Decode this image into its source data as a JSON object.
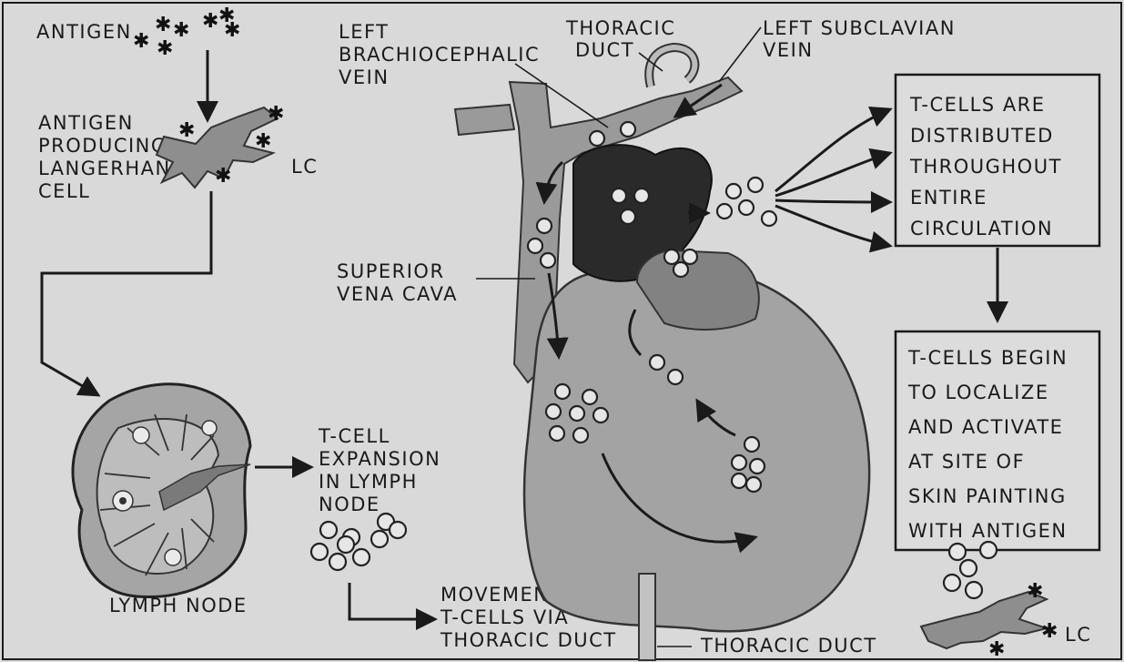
{
  "labels": {
    "antigen": "ANTIGEN",
    "antigen_producing_1": "ANTIGEN",
    "antigen_producing_2": "PRODUCING",
    "antigen_producing_3": "LANGERHAN",
    "antigen_producing_4": "CELL",
    "lc_top": "LC",
    "lymph_node": "LYMPH NODE",
    "tcell_exp_1": "T-CELL",
    "tcell_exp_2": "EXPANSION",
    "tcell_exp_3": "IN LYMPH",
    "tcell_exp_4": "NODE",
    "movement_1": "MOVEMENT OF",
    "movement_2": "T-CELLS VIA",
    "movement_3": "THORACIC DUCT",
    "left_brachio_1": "LEFT",
    "left_brachio_2": "BRACHIOCEPHALIC",
    "left_brachio_3": "VEIN",
    "thoracic_duct_top_1": "THORACIC",
    "thoracic_duct_top_2": "DUCT",
    "left_subclavian_1": "LEFT SUBCLAVIAN",
    "left_subclavian_2": "VEIN",
    "superior_1": "SUPERIOR",
    "superior_2": "VENA CAVA",
    "thoracic_duct_bottom": "THORACIC DUCT",
    "lc_bottom": "LC"
  },
  "boxes": {
    "box1": [
      "T-CELLS ARE",
      "DISTRIBUTED",
      "THROUGHOUT",
      "ENTIRE",
      "CIRCULATION"
    ],
    "box2": [
      "T-CELLS BEGIN",
      "TO LOCALIZE",
      "AND ACTIVATE",
      "AT SITE OF",
      "SKIN PAINTING",
      "WITH ANTIGEN"
    ]
  },
  "colors": {
    "background": "#d9d9d9",
    "vessel": "#9a9a9a",
    "heart": "#8c8c8c",
    "dark_heart": "#2a2a2a",
    "ink": "#1a1a1a"
  }
}
